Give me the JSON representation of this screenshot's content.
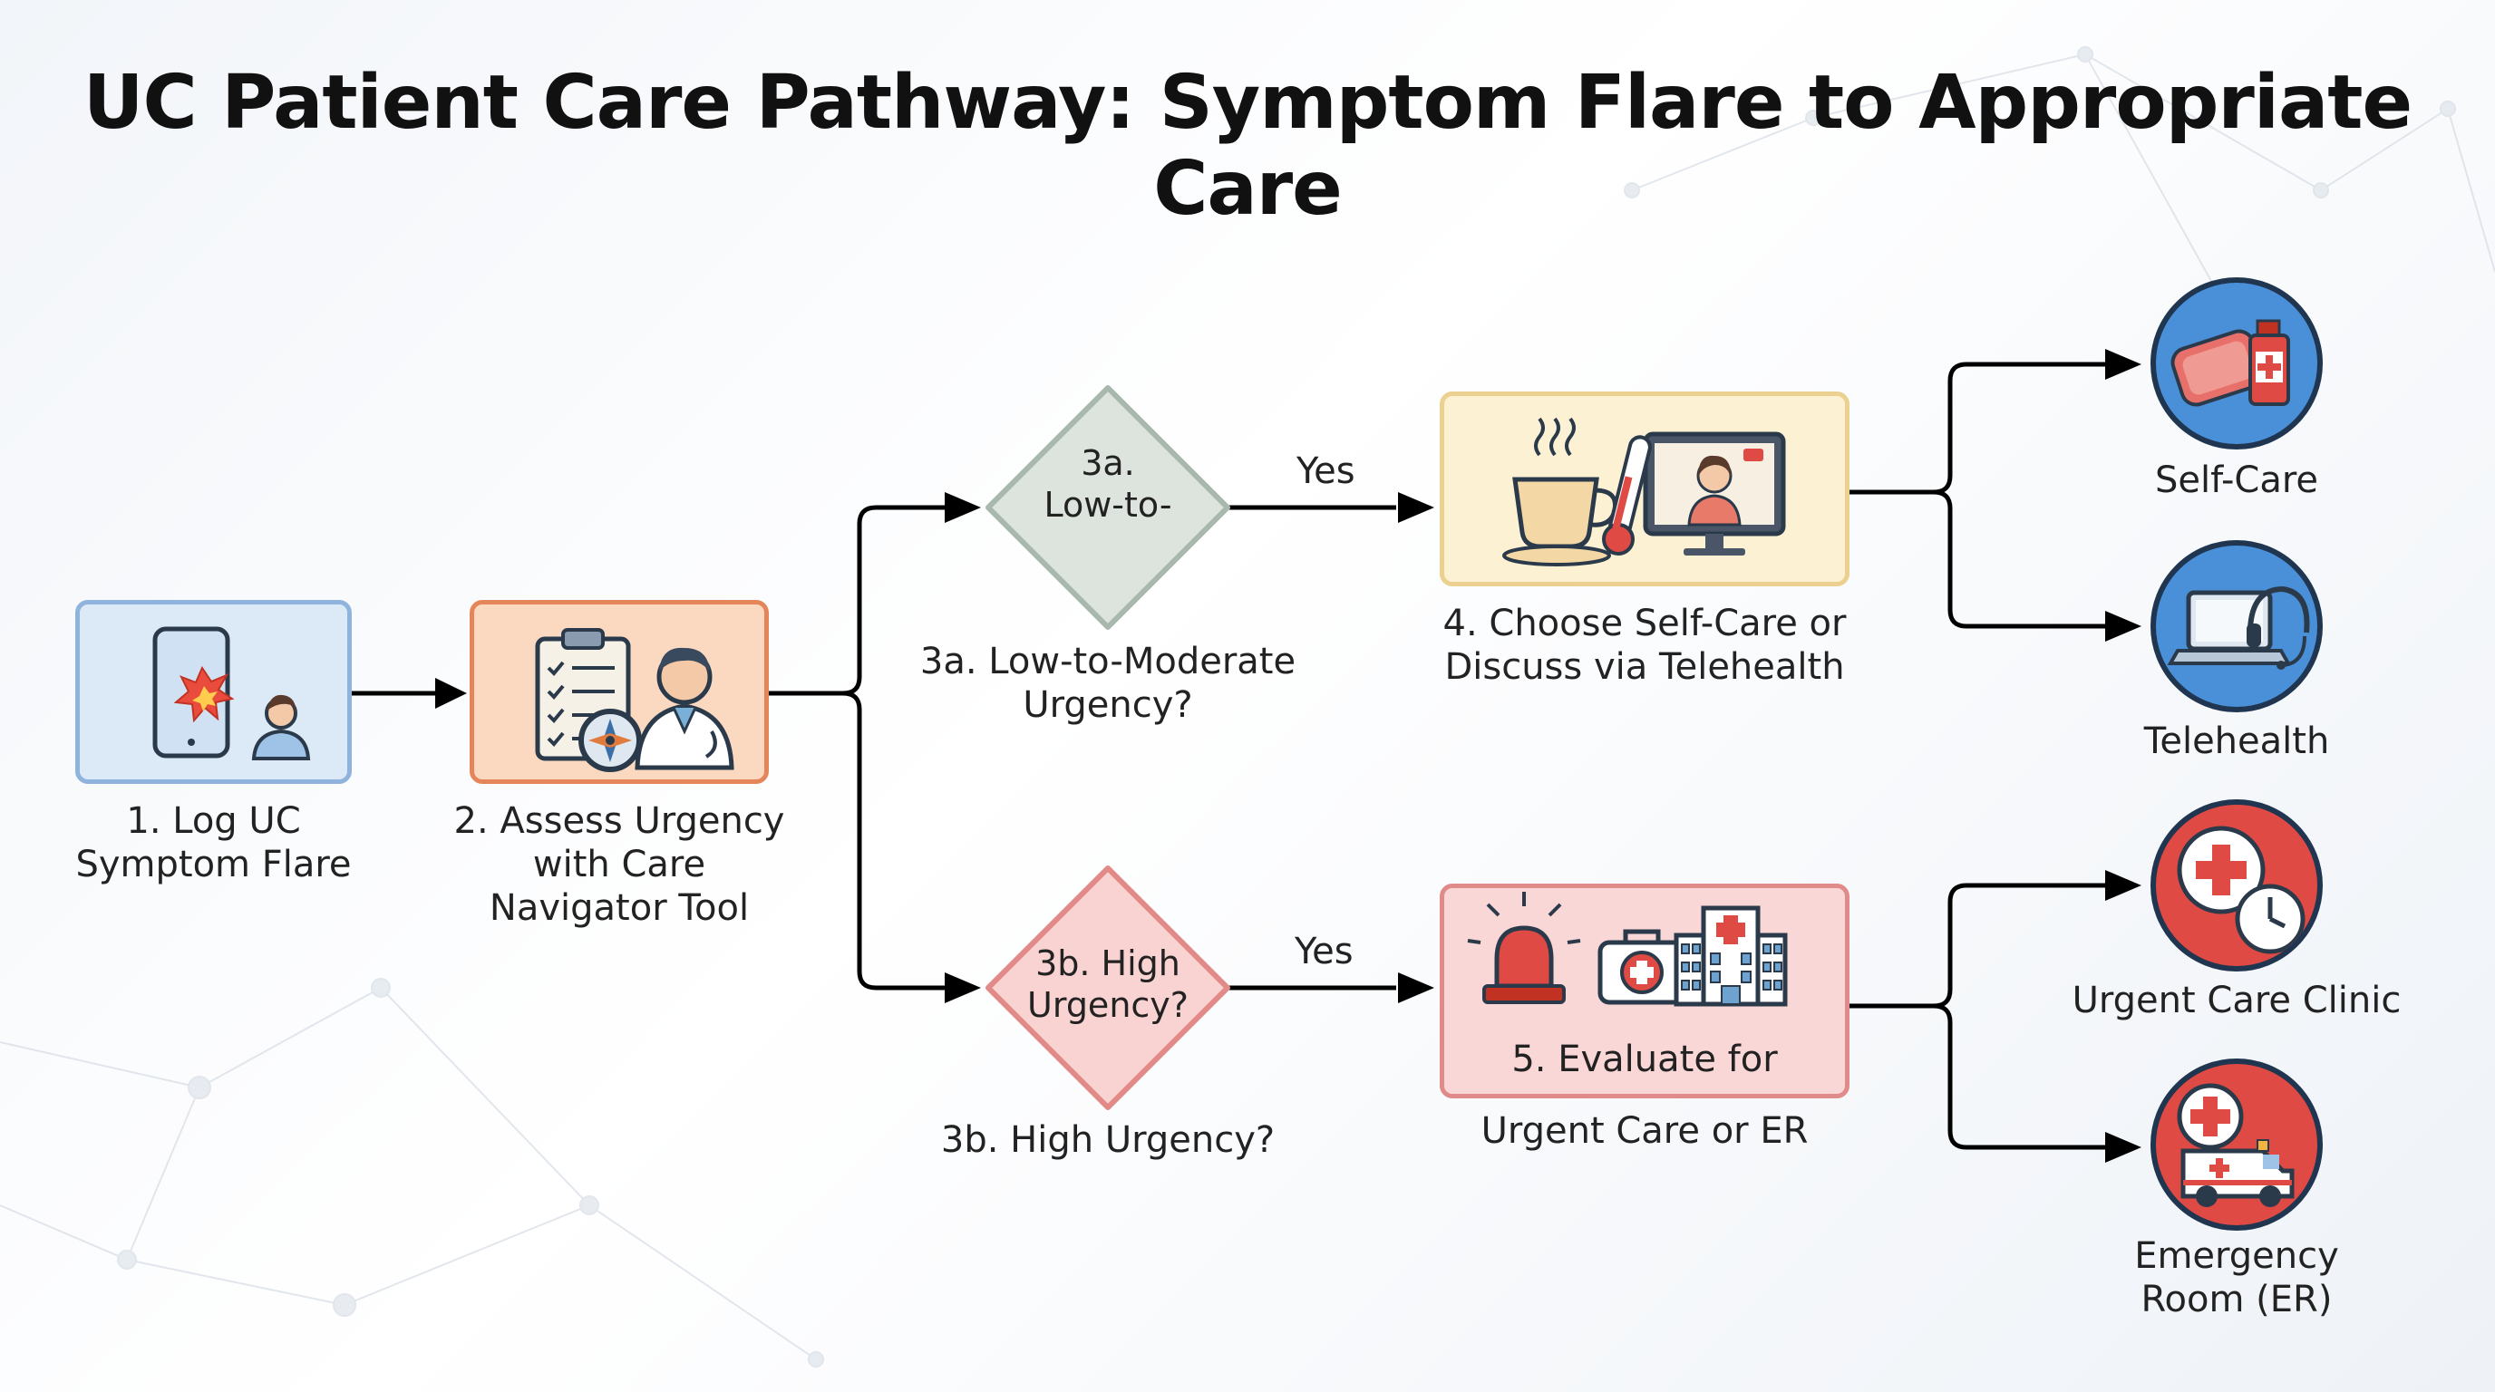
{
  "title": "UC Patient Care Pathway: Symptom Flare to Appropriate Care",
  "steps": {
    "s1": {
      "line1": "1. Log UC",
      "line2": "Symptom Flare",
      "icon": "phone-flare-icon"
    },
    "s2": {
      "line1": "2. Assess Urgency",
      "line2": "with Care",
      "line3": "Navigator Tool",
      "icon": "clipboard-doctor-icon"
    },
    "d3a": {
      "inner1": "3a.",
      "inner2": "Low-to-",
      "line1": "3a. Low-to-Moderate",
      "line2": "Urgency?"
    },
    "d3b": {
      "inner1": "3b. High",
      "inner2": "Urgency?",
      "line1": "3b. High Urgency?"
    },
    "s4": {
      "line1": "4. Choose Self-Care or",
      "line2": "Discuss via Telehealth",
      "icon": "tea-telehealth-icon"
    },
    "s5": {
      "inner": "5. Evaluate for",
      "below": "Urgent Care or ER",
      "icon": "alarm-medkit-hospital-icon"
    }
  },
  "edge_labels": {
    "yes_top": "Yes",
    "yes_bottom": "Yes"
  },
  "outcomes": {
    "self_care": {
      "label": "Self-Care",
      "icon": "medicine-kit-icon"
    },
    "telehealth": {
      "label": "Telehealth",
      "icon": "laptop-headset-icon"
    },
    "urgent_care": {
      "label": "Urgent Care Clinic",
      "icon": "medical-cross-clock-icon"
    },
    "er": {
      "label1": "Emergency",
      "label2": "Room (ER)",
      "icon": "ambulance-icon"
    }
  },
  "colors": {
    "step1_fill": "#dce9f7",
    "step1_border": "#8fb3dc",
    "step2_fill": "#fbd9c1",
    "step2_border": "#e5865a",
    "diamond3a_fill": "#dde4de",
    "diamond3a_border": "#a9b8ad",
    "diamond3b_fill": "#f8d3d1",
    "diamond3b_border": "#e28a88",
    "step4_fill": "#fdf1d4",
    "step4_border": "#ecd08f",
    "step5_fill": "#f9d7d6",
    "step5_border": "#e08a89",
    "blue_circle": "#4a90d9",
    "red_circle": "#e04a45",
    "arrow": "#000000"
  }
}
